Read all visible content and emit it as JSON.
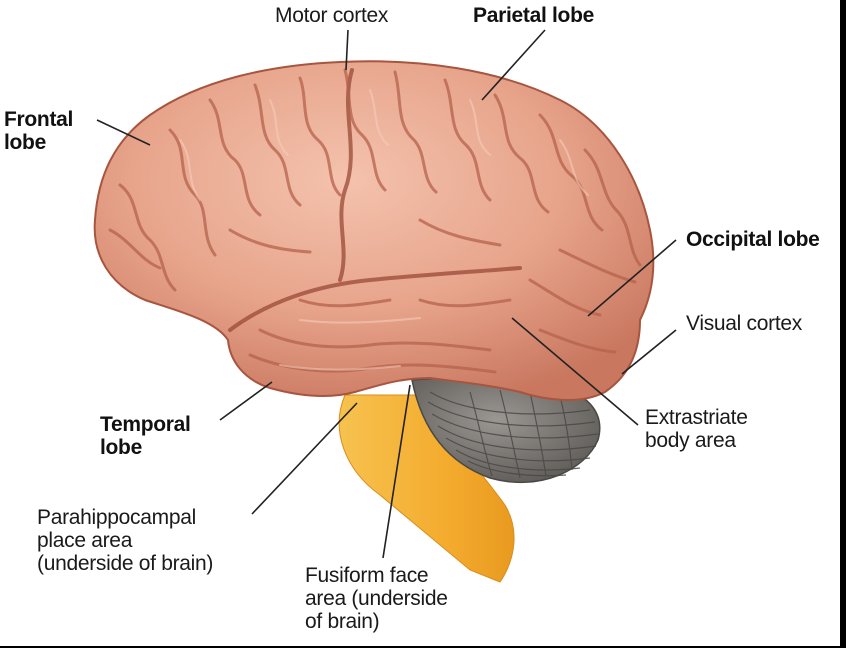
{
  "labels": {
    "motor_cortex": "Motor cortex",
    "parietal_lobe": "Parietal lobe",
    "frontal_lobe": [
      "Frontal",
      "lobe"
    ],
    "occipital_lobe": "Occipital lobe",
    "visual_cortex": "Visual cortex",
    "extrastriate_body_area": [
      "Extrastriate",
      "body area"
    ],
    "temporal_lobe": [
      "Temporal",
      "lobe"
    ],
    "parahippocampal_place_area": [
      "Parahippocampal",
      "place area",
      "(underside of brain)"
    ],
    "fusiform_face_area": [
      "Fusiform face",
      "area (underside",
      "of brain)"
    ]
  },
  "colors": {
    "cortex": "#e7a48b",
    "cortex_shadow": "#b6624c",
    "cortex_highlight": "#f6cbb8",
    "cerebellum": "#7d7a76",
    "cerebellum_line": "#4a4846",
    "brainstem": "#f7b53c",
    "leader_line": "#222222"
  }
}
